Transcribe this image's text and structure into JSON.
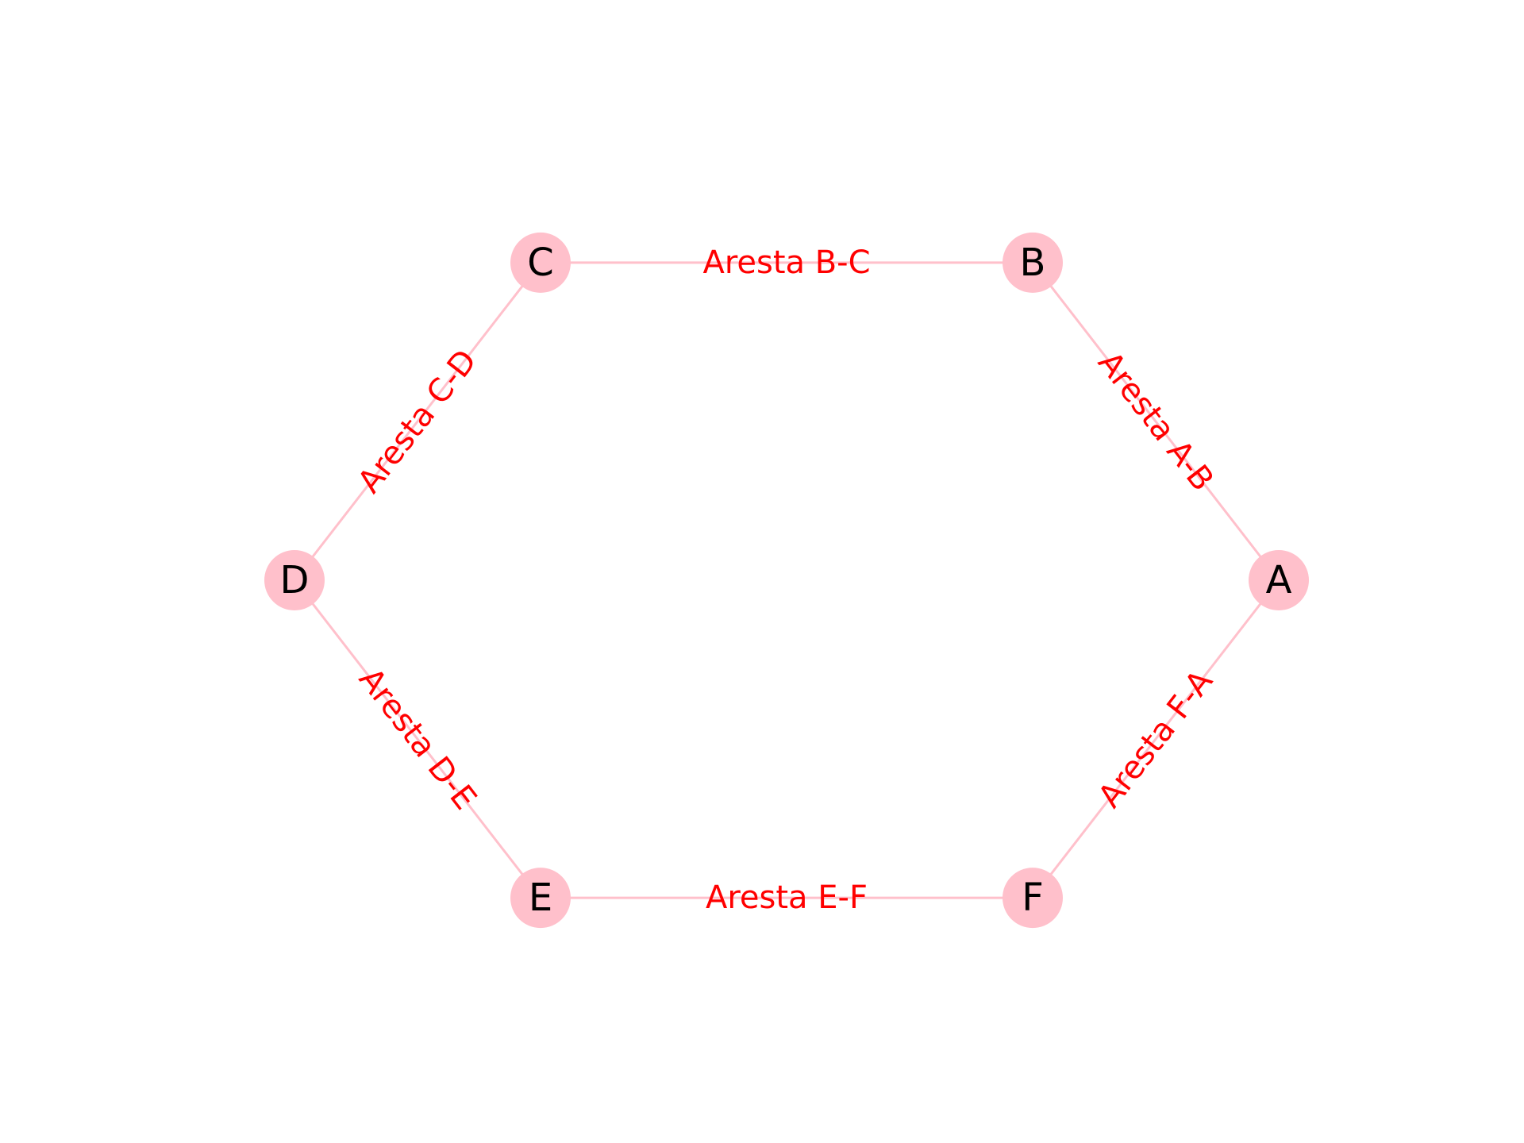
{
  "colors": {
    "node_fill": "#ffc0cb",
    "edge_stroke": "#ffc0cb",
    "node_label": "#000000",
    "edge_label": "#ff0000",
    "background": "#ffffff"
  },
  "nodes": [
    {
      "id": "A",
      "label": "A"
    },
    {
      "id": "B",
      "label": "B"
    },
    {
      "id": "C",
      "label": "C"
    },
    {
      "id": "D",
      "label": "D"
    },
    {
      "id": "E",
      "label": "E"
    },
    {
      "id": "F",
      "label": "F"
    }
  ],
  "edges": [
    {
      "source": "A",
      "target": "B",
      "label": "Aresta A-B"
    },
    {
      "source": "B",
      "target": "C",
      "label": "Aresta B-C"
    },
    {
      "source": "C",
      "target": "D",
      "label": "Aresta C-D"
    },
    {
      "source": "D",
      "target": "E",
      "label": "Aresta D-E"
    },
    {
      "source": "E",
      "target": "F",
      "label": "Aresta E-F"
    },
    {
      "source": "F",
      "target": "A",
      "label": "Aresta F-A"
    }
  ]
}
